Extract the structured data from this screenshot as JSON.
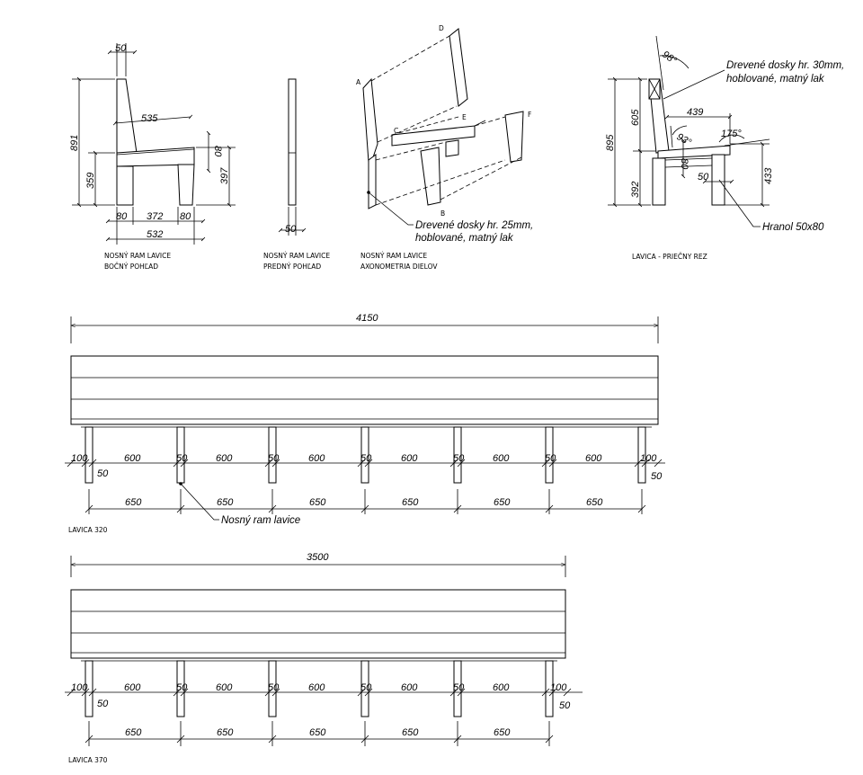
{
  "side_view": {
    "caption_line1": "NOSNÝ RAM LAVICE",
    "caption_line2": "BOČNÝ POHĽAD",
    "dims": {
      "top_width": "50",
      "height": "891",
      "seat_depth": "535",
      "seat_height": "359",
      "seat_thickness": "80",
      "front_height": "397",
      "leg_left": "80",
      "leg_gap": "372",
      "leg_right": "80",
      "base_width": "532"
    }
  },
  "front_view": {
    "caption_line1": "NOSNÝ RAM LAVICE",
    "caption_line2": "PREDNÝ POHĽAD",
    "dims": {
      "width": "50"
    }
  },
  "axonometry": {
    "caption_line1": "NOSNÝ RAM LAVICE",
    "caption_line2": "AXONOMETRIA DIELOV",
    "points": [
      "A",
      "B",
      "C",
      "D",
      "E",
      "F"
    ],
    "note_line1": "Drevené dosky hr. 25mm,",
    "note_line2": "hoblované, matný lak"
  },
  "cross_section": {
    "caption": "LAVICA - PRIEČNY REZ",
    "note_line1": "Drevené dosky hr. 30mm,",
    "note_line2": "hoblované, matný lak",
    "beam_label": "Hranol 50x80",
    "dims": {
      "angle_top": "98°",
      "height": "895",
      "back": "605",
      "seat_depth": "439",
      "angle_back": "93°",
      "angle_seat": "175°",
      "seat_height": "392",
      "seat_thickness": "80",
      "leg_height": "433",
      "leg_width": "50"
    }
  },
  "bench_320": {
    "caption": "LAVICA 320",
    "total": "4150",
    "post_width": "50",
    "edge": "100",
    "gap": "600",
    "spacing": "650",
    "note": "Nosný ram lavice"
  },
  "bench_370": {
    "caption": "LAVICA 370",
    "total": "3500",
    "post_width": "50",
    "edge": "100",
    "gap": "600",
    "spacing": "650"
  }
}
